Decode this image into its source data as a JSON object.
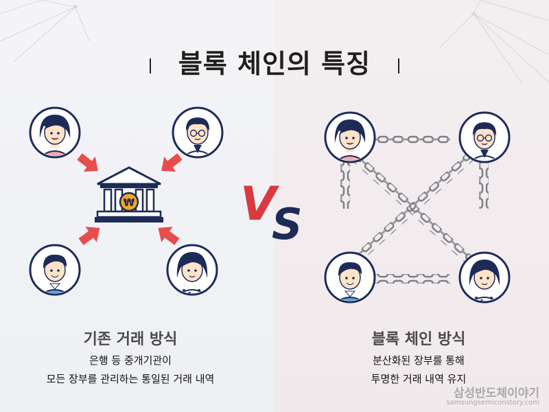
{
  "title": "블록 체인의 특징",
  "vs": {
    "v": "V",
    "s": "S",
    "v_color": "#d93a3f",
    "s_color": "#1d2b57"
  },
  "left": {
    "title": "기존 거래 방식",
    "desc_line1": "은행 등 중개기관이",
    "desc_line2": "모든 장부를 관리하는 통일된 거래 내역",
    "center_icon": "bank-won-icon",
    "arrow_color": "#e84d4d"
  },
  "right": {
    "title": "블록 체인 방식",
    "desc_line1": "분산화된 장부를 통해",
    "desc_line2": "투명한 거래 내역 유지",
    "link_icon": "chain-icon"
  },
  "watermark": {
    "name": "삼성반도체이야기",
    "url": "samsungsemiconstory.com"
  },
  "colors": {
    "navy": "#1d2b57",
    "skin": "#ffe3c8",
    "pink_shirt": "#f6a9b1",
    "blue_shirt": "#5aa0de"
  }
}
